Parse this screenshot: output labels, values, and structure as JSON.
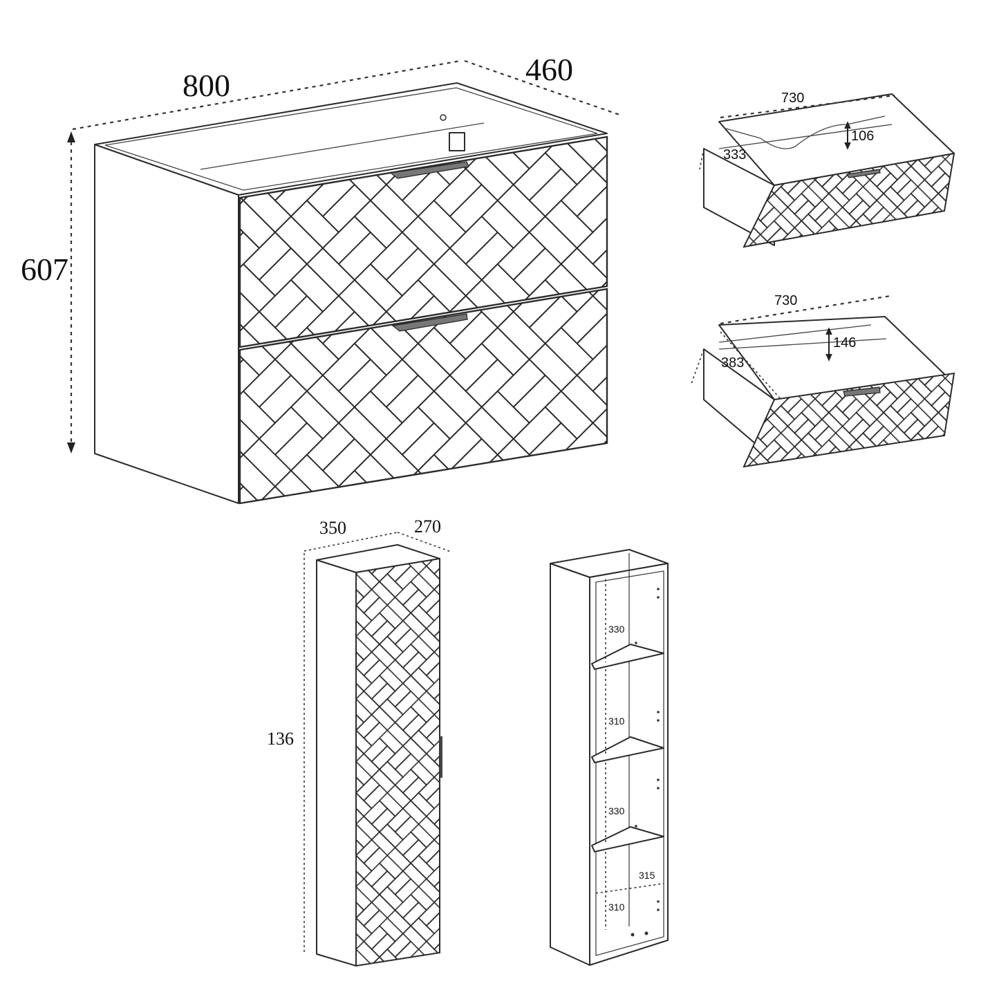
{
  "vanity": {
    "width_label": "800",
    "depth_label": "460",
    "height_label": "607"
  },
  "drawer_top": {
    "width_label": "730",
    "depth_label": "333",
    "height_label": "106"
  },
  "drawer_bottom": {
    "width_label": "730",
    "depth_label": "383",
    "height_label": "146"
  },
  "tall_cabinet": {
    "width_label": "350",
    "depth_label": "270",
    "height_label": "136"
  },
  "shelf_unit": {
    "compartments": [
      "330",
      "310",
      "330",
      "310"
    ],
    "inner_width_label": "315"
  },
  "colors": {
    "line": "#2b2b2b",
    "background": "#ffffff"
  }
}
